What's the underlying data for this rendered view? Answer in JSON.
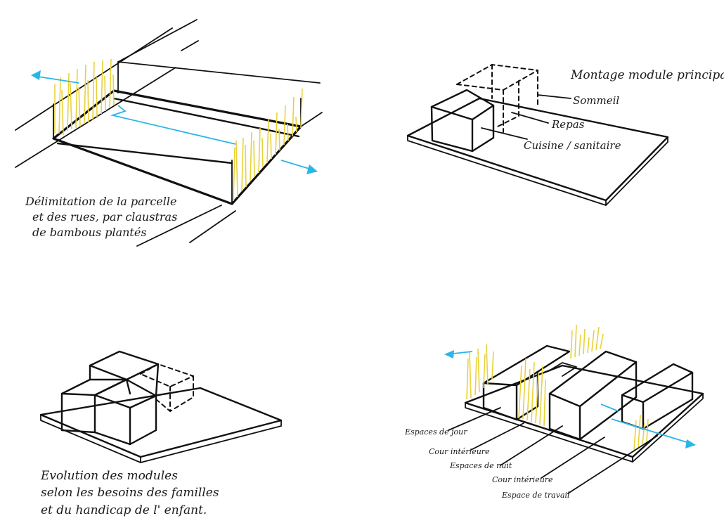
{
  "sketch1": {
    "caption": [
      "Délimitation de la parcelle",
      "et des rues, par claustras",
      "de bambous plantés"
    ]
  },
  "sketch2": {
    "title": "Montage module principal",
    "labels": [
      "Sommeil",
      "Repas",
      "Cuisine / sanitaire"
    ]
  },
  "sketch3": {
    "caption": [
      "Evolution des modules",
      "selon les besoins des familles",
      "et du handicap de l' enfant."
    ]
  },
  "sketch4": {
    "labels": [
      "Espaces de jour",
      "Cour intérieure",
      "Espaces de nuit",
      "Cour intérieure",
      "Espace de travail"
    ]
  },
  "colors": {
    "ink": "#111111",
    "bamboo": "#e8d23a",
    "flow": "#29b6e8"
  }
}
